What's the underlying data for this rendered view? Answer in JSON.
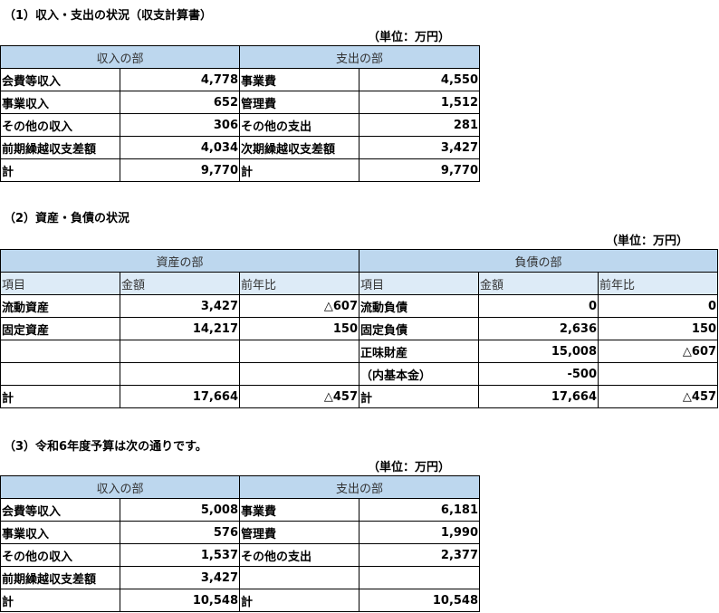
{
  "s1": {
    "title": "（1）収入・支出の状況（収支計算書）",
    "unit": "（単位：万円）",
    "income_header": "収入の部",
    "expense_header": "支出の部",
    "rows": [
      {
        "income_label": "会費等収入",
        "income_value": "4,778",
        "expense_label": "事業費",
        "expense_value": "4,550"
      },
      {
        "income_label": "事業収入",
        "income_value": "652",
        "expense_label": "管理費",
        "expense_value": "1,512"
      },
      {
        "income_label": "その他の収入",
        "income_value": "306",
        "expense_label": "その他の支出",
        "expense_value": "281"
      },
      {
        "income_label": "前期繰越収支差額",
        "income_value": "4,034",
        "expense_label": "次期繰越収支差額",
        "expense_value": "3,427"
      },
      {
        "income_label": "計",
        "income_value": "9,770",
        "expense_label": "計",
        "expense_value": "9,770"
      }
    ]
  },
  "s2": {
    "title": "（2）資産・負債の状況",
    "unit": "（単位：万円）",
    "assets_header": "資産の部",
    "liabilities_header": "負債の部",
    "col_item": "項目",
    "col_amount": "金額",
    "col_yoy": "前年比",
    "rows": [
      {
        "a_label": "流動資産",
        "a_amount": "3,427",
        "a_yoy": "△607",
        "l_label": "流動負債",
        "l_amount": "0",
        "l_yoy": "0"
      },
      {
        "a_label": "固定資産",
        "a_amount": "14,217",
        "a_yoy": "150",
        "l_label": "固定負債",
        "l_amount": "2,636",
        "l_yoy": "150"
      },
      {
        "a_label": "",
        "a_amount": "",
        "a_yoy": "",
        "l_label": "正味財産",
        "l_amount": "15,008",
        "l_yoy": "△607"
      },
      {
        "a_label": "",
        "a_amount": "",
        "a_yoy": "",
        "l_label": "（内基本金）",
        "l_amount": "-500",
        "l_yoy": ""
      },
      {
        "a_label": "計",
        "a_amount": "17,664",
        "a_yoy": "△457",
        "l_label": "計",
        "l_amount": "17,664",
        "l_yoy": "△457"
      }
    ]
  },
  "s3": {
    "title": "（3）令和6年度予算は次の通りです。",
    "unit": "（単位：万円）",
    "income_header": "収入の部",
    "expense_header": "支出の部",
    "rows": [
      {
        "income_label": "会費等収入",
        "income_value": "5,008",
        "expense_label": "事業費",
        "expense_value": "6,181"
      },
      {
        "income_label": "事業収入",
        "income_value": "576",
        "expense_label": "管理費",
        "expense_value": "1,990"
      },
      {
        "income_label": "その他の収入",
        "income_value": "1,537",
        "expense_label": "その他の支出",
        "expense_value": "2,377"
      },
      {
        "income_label": "前期繰越収支差額",
        "income_value": "3,427",
        "expense_label": "",
        "expense_value": ""
      },
      {
        "income_label": "計",
        "income_value": "10,548",
        "expense_label": "計",
        "expense_value": "10,548"
      }
    ]
  }
}
